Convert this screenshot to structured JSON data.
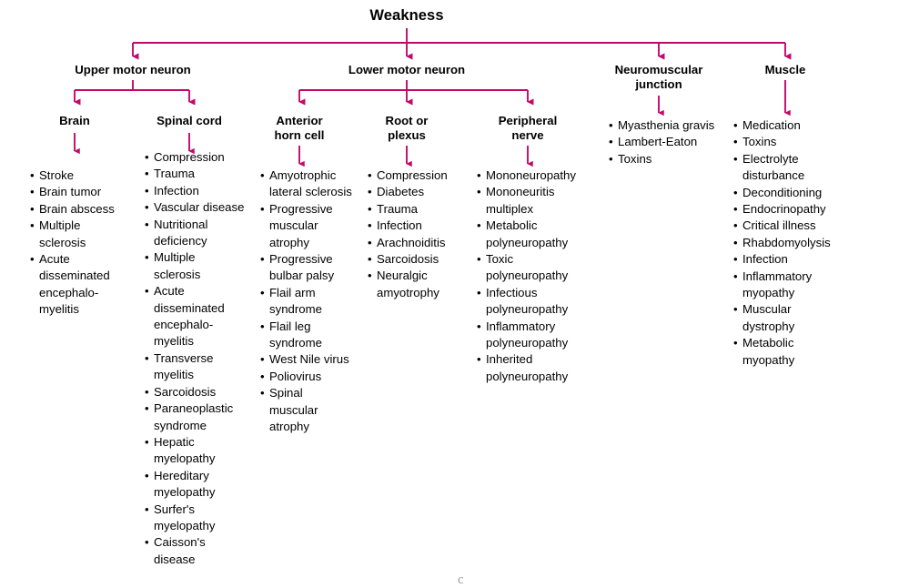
{
  "theme": {
    "connector_color": "#C2086B",
    "text_color": "#000000",
    "background": "#FFFFFF"
  },
  "diagram": {
    "type": "flowchart-tree",
    "title": "Weakness",
    "root": {
      "label": "Weakness"
    },
    "level1": [
      {
        "id": "umn",
        "label": "Upper motor neuron"
      },
      {
        "id": "lmn",
        "label": "Lower motor neuron"
      },
      {
        "id": "nmj",
        "label": "Neuromuscular\njunction"
      },
      {
        "id": "muscle",
        "label": "Muscle"
      }
    ],
    "level2": [
      {
        "id": "brain",
        "parent": "umn",
        "label": "Brain"
      },
      {
        "id": "spinal-cord",
        "parent": "umn",
        "label": "Spinal cord"
      },
      {
        "id": "anterior-horn-cell",
        "parent": "lmn",
        "label": "Anterior\nhorn cell"
      },
      {
        "id": "root-or-plexus",
        "parent": "lmn",
        "label": "Root or\nplexus"
      },
      {
        "id": "peripheral-nerve",
        "parent": "lmn",
        "label": "Peripheral\nnerve"
      }
    ],
    "lists": {
      "brain": [
        "Stroke",
        "Brain tumor",
        "Brain abscess",
        "Multiple sclerosis",
        "Acute disseminated encephalo-myelitis"
      ],
      "spinal_cord": [
        "Compression",
        "Trauma",
        "Infection",
        "Vascular disease",
        "Nutritional deficiency",
        "Multiple sclerosis",
        "Acute disseminated encephalo-myelitis",
        "Transverse myelitis",
        "Sarcoidosis",
        "Paraneoplastic syndrome",
        "Hepatic myelopathy",
        "Hereditary myelopathy",
        "Surfer's myelopathy",
        "Caisson's disease"
      ],
      "anterior_horn_cell": [
        "Amyotrophic lateral sclerosis",
        "Progressive muscular atrophy",
        "Progressive bulbar palsy",
        "Flail arm syndrome",
        "Flail leg syndrome",
        "West Nile virus",
        "Poliovirus",
        "Spinal muscular atrophy"
      ],
      "root_or_plexus": [
        "Compression",
        "Diabetes",
        "Trauma",
        "Infection",
        "Arachnoiditis",
        "Sarcoidosis",
        "Neuralgic amyotrophy"
      ],
      "peripheral_nerve": [
        "Mononeuropathy",
        "Mononeuritis multiplex",
        "Metabolic polyneuropathy",
        "Toxic polyneuropathy",
        "Infectious polyneuropathy",
        "Inflammatory polyneuropathy",
        "Inherited polyneuropathy"
      ],
      "neuromuscular_junction": [
        "Myasthenia gravis",
        "Lambert-Eaton",
        "Toxins"
      ],
      "muscle": [
        "Medication",
        "Toxins",
        "Electrolyte disturbance",
        "Deconditioning",
        "Endocrinopathy",
        "Critical illness",
        "Rhabdomyolysis",
        "Infection",
        "Inflammatory myopathy",
        "Muscular dystrophy",
        "Metabolic myopathy"
      ]
    }
  },
  "artifact": {
    "partial_glyph": "c"
  }
}
